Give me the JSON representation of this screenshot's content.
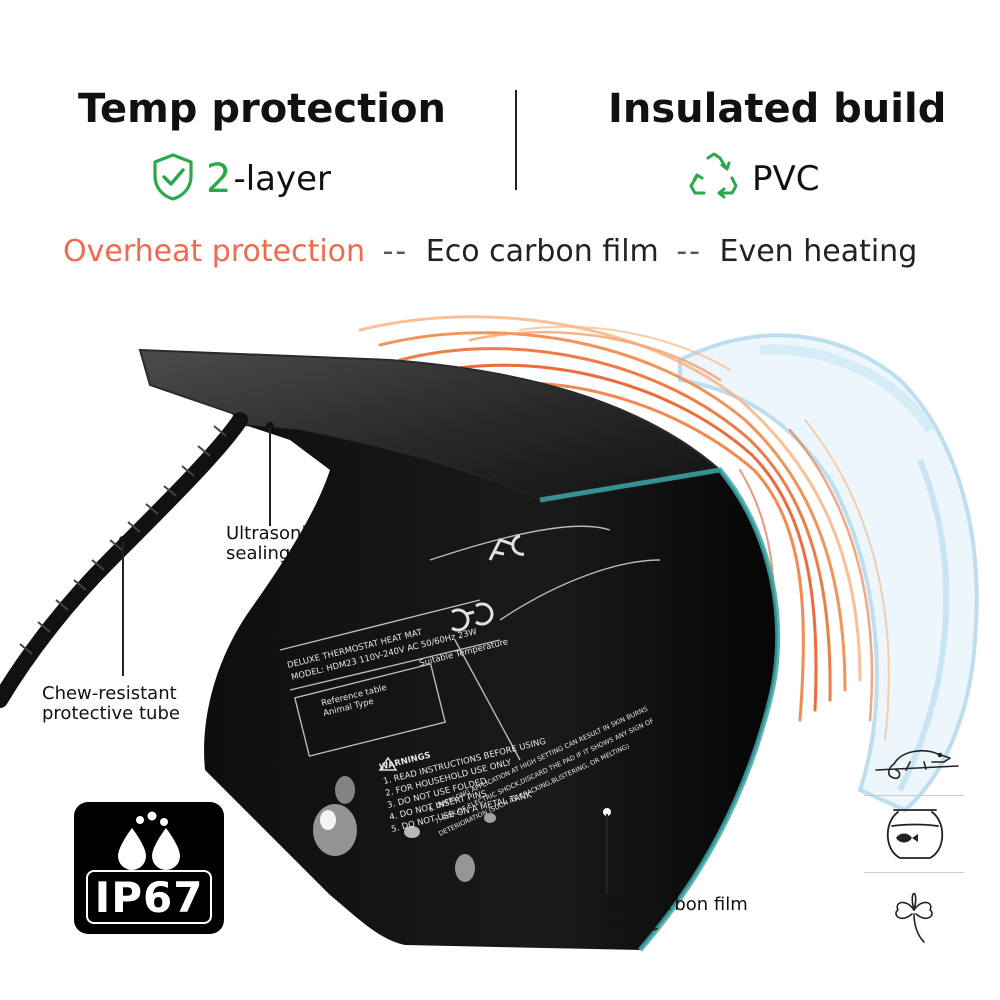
{
  "features": {
    "left": {
      "title": "Temp protection",
      "big": "2",
      "small": "-layer"
    },
    "right": {
      "title": "Insulated build",
      "small": "PVC"
    }
  },
  "tagline": {
    "highlight": "Overheat protection",
    "sep1": "--",
    "middle": "Eco carbon film",
    "sep2": "--",
    "end": "Even heating"
  },
  "callouts": {
    "ultrasonic": [
      "Ultrasonic",
      "sealing"
    ],
    "chew": [
      "Chew-resistant",
      "protective tube"
    ],
    "eco": [
      "Eco carbon film",
      "+PVC"
    ]
  },
  "badge": {
    "text": "IP67"
  },
  "colors": {
    "accent_green": "#2aa84a",
    "accent_orange": "#ef6a4e",
    "dark": "#111111"
  },
  "side_icons": [
    "chameleon-icon",
    "fish-bowl-icon",
    "clover-plant-icon"
  ],
  "product_labels": {
    "model_header": "DELUXE THERMOSTAT HEAT MAT",
    "model_line": "MODEL: HDM23 110V-240V AC 50/60Hz 23W",
    "reference_table": "Reference table",
    "animal_type": "Animal Type",
    "suitable_temperature": "Suitable Temperature",
    "warnings_title": "WARNINGS",
    "warning_1": "1. READ INSTRUCTIONS BEFORE USING",
    "warning_2": "2. FOR HOUSEHOLD USE ONLY",
    "warning_3": "3. DO NOT USE FOLDED",
    "warning_4": "4. DO NOT INSERT PINS",
    "warning_5": "5. DO NOT USE ON A METAL TANK",
    "warning_6": "6. OVERLONG APPLICATION AT HIGH SETTING CAN RESULT IN SKIN BURNS",
    "warning_7": "7. RISK OF ELECTRIC SHOCK,DISCARD THE PAD IF IT SHOWS ANY SIGN OF",
    "warning_8": "DETERIORATION (SUCH AS CRACKING,BLISTERING, OR MELTING)"
  }
}
